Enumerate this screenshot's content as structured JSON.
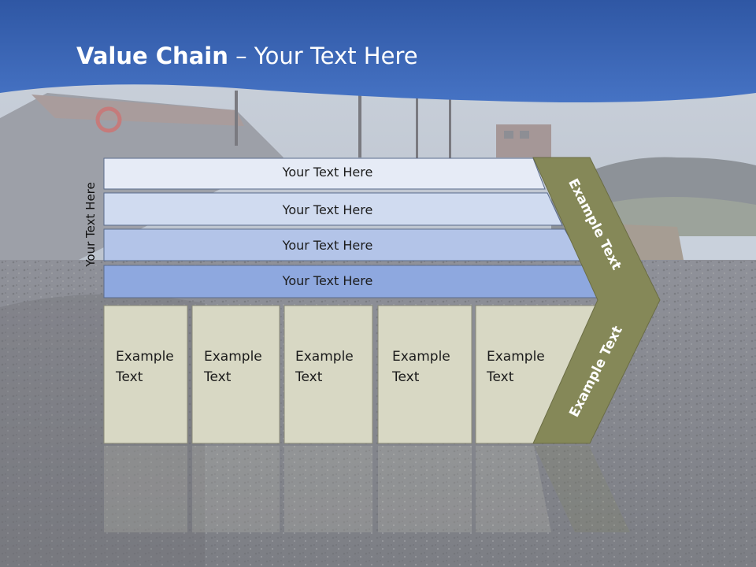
{
  "title": {
    "bold": "Value Chain",
    "rest": " – Your Text Here"
  },
  "side_label": "Your Text Here",
  "bands": [
    {
      "label": "Your Text Here"
    },
    {
      "label": "Your Text Here"
    },
    {
      "label": "Your Text Here"
    },
    {
      "label": "Your Text Here"
    }
  ],
  "columns": [
    {
      "line1": "Example",
      "line2": "Text"
    },
    {
      "line1": "Example",
      "line2": "Text"
    },
    {
      "line1": "Example",
      "line2": "Text"
    },
    {
      "line1": "Example",
      "line2": "Text"
    },
    {
      "line1": "Example",
      "line2": "Text"
    }
  ],
  "arrow": {
    "upper": "Example Text",
    "lower": "Example Text"
  },
  "colors": {
    "header": "#3a66b6",
    "band1": "#e6ebf6",
    "band2": "#d0dbf0",
    "band3": "#b3c4e8",
    "band4": "#8ea8df",
    "column": "#d8d8c4",
    "arrow": "#858858"
  }
}
